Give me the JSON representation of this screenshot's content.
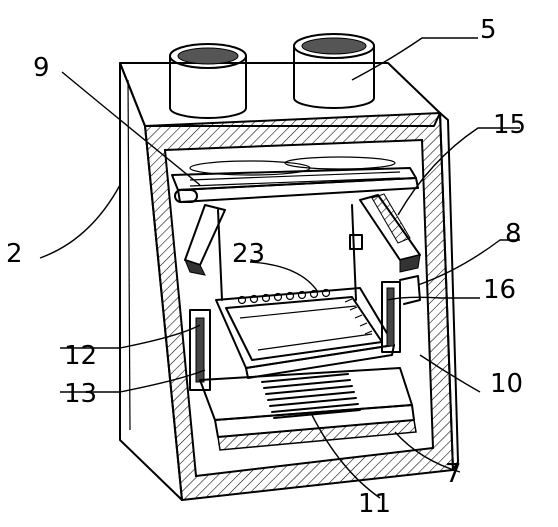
{
  "labels": {
    "l2": "2",
    "l5": "5",
    "l7": "7",
    "l8": "8",
    "l9": "9",
    "l10": "10",
    "l11": "11",
    "l12": "12",
    "l13": "13",
    "l15": "15",
    "l16": "16",
    "l23": "23"
  },
  "colors": {
    "line": "#000000",
    "background": "#ffffff"
  }
}
